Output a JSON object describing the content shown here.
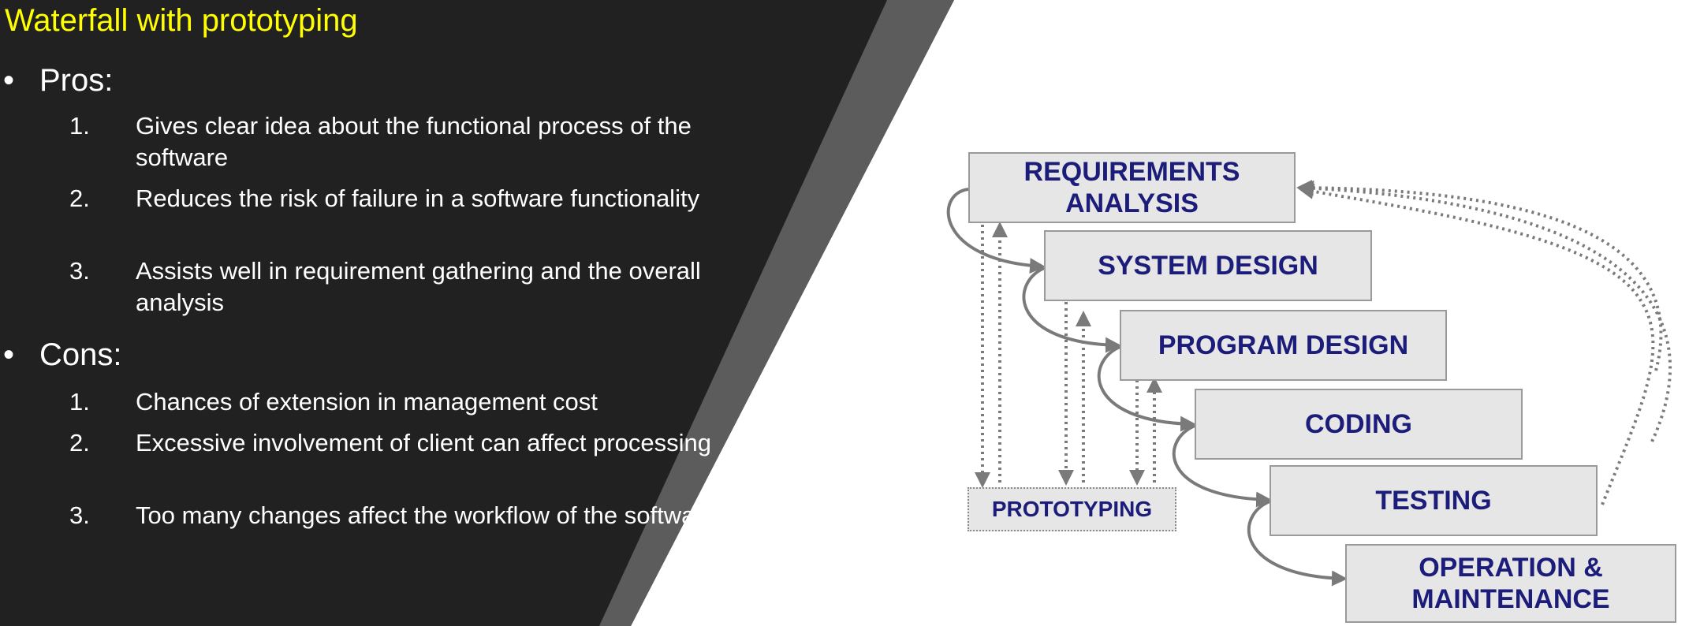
{
  "slide": {
    "title": "Waterfall with prototyping",
    "pros": {
      "heading": "Pros:",
      "items": [
        {
          "num": "1.",
          "text": "Gives clear idea about the functional process of the software"
        },
        {
          "num": "2.",
          "text": "Reduces the risk of failure in a software functionality"
        },
        {
          "num": "3.",
          "text": "Assists well in requirement gathering and the overall analysis"
        }
      ]
    },
    "cons": {
      "heading": "Cons:",
      "items": [
        {
          "num": "1.",
          "text": "Chances of extension in management cost"
        },
        {
          "num": "2.",
          "text": "Excessive involvement of client can affect processing"
        },
        {
          "num": "3.",
          "text": "Too many changes affect the workflow of the software"
        }
      ]
    }
  },
  "diagram": {
    "stages": [
      "REQUIREMENTS ANALYSIS",
      "SYSTEM DESIGN",
      "PROGRAM DESIGN",
      "CODING",
      "TESTING",
      "OPERATION & MAINTENANCE"
    ],
    "prototyping_label": "PROTOTYPING"
  },
  "colors": {
    "panel": "#212121",
    "stripe": "#5c5c5c",
    "title": "#ffff00",
    "box_fill": "#e6e6e6",
    "box_text": "#1c1c7a",
    "arrow": "#7a7a7a"
  }
}
